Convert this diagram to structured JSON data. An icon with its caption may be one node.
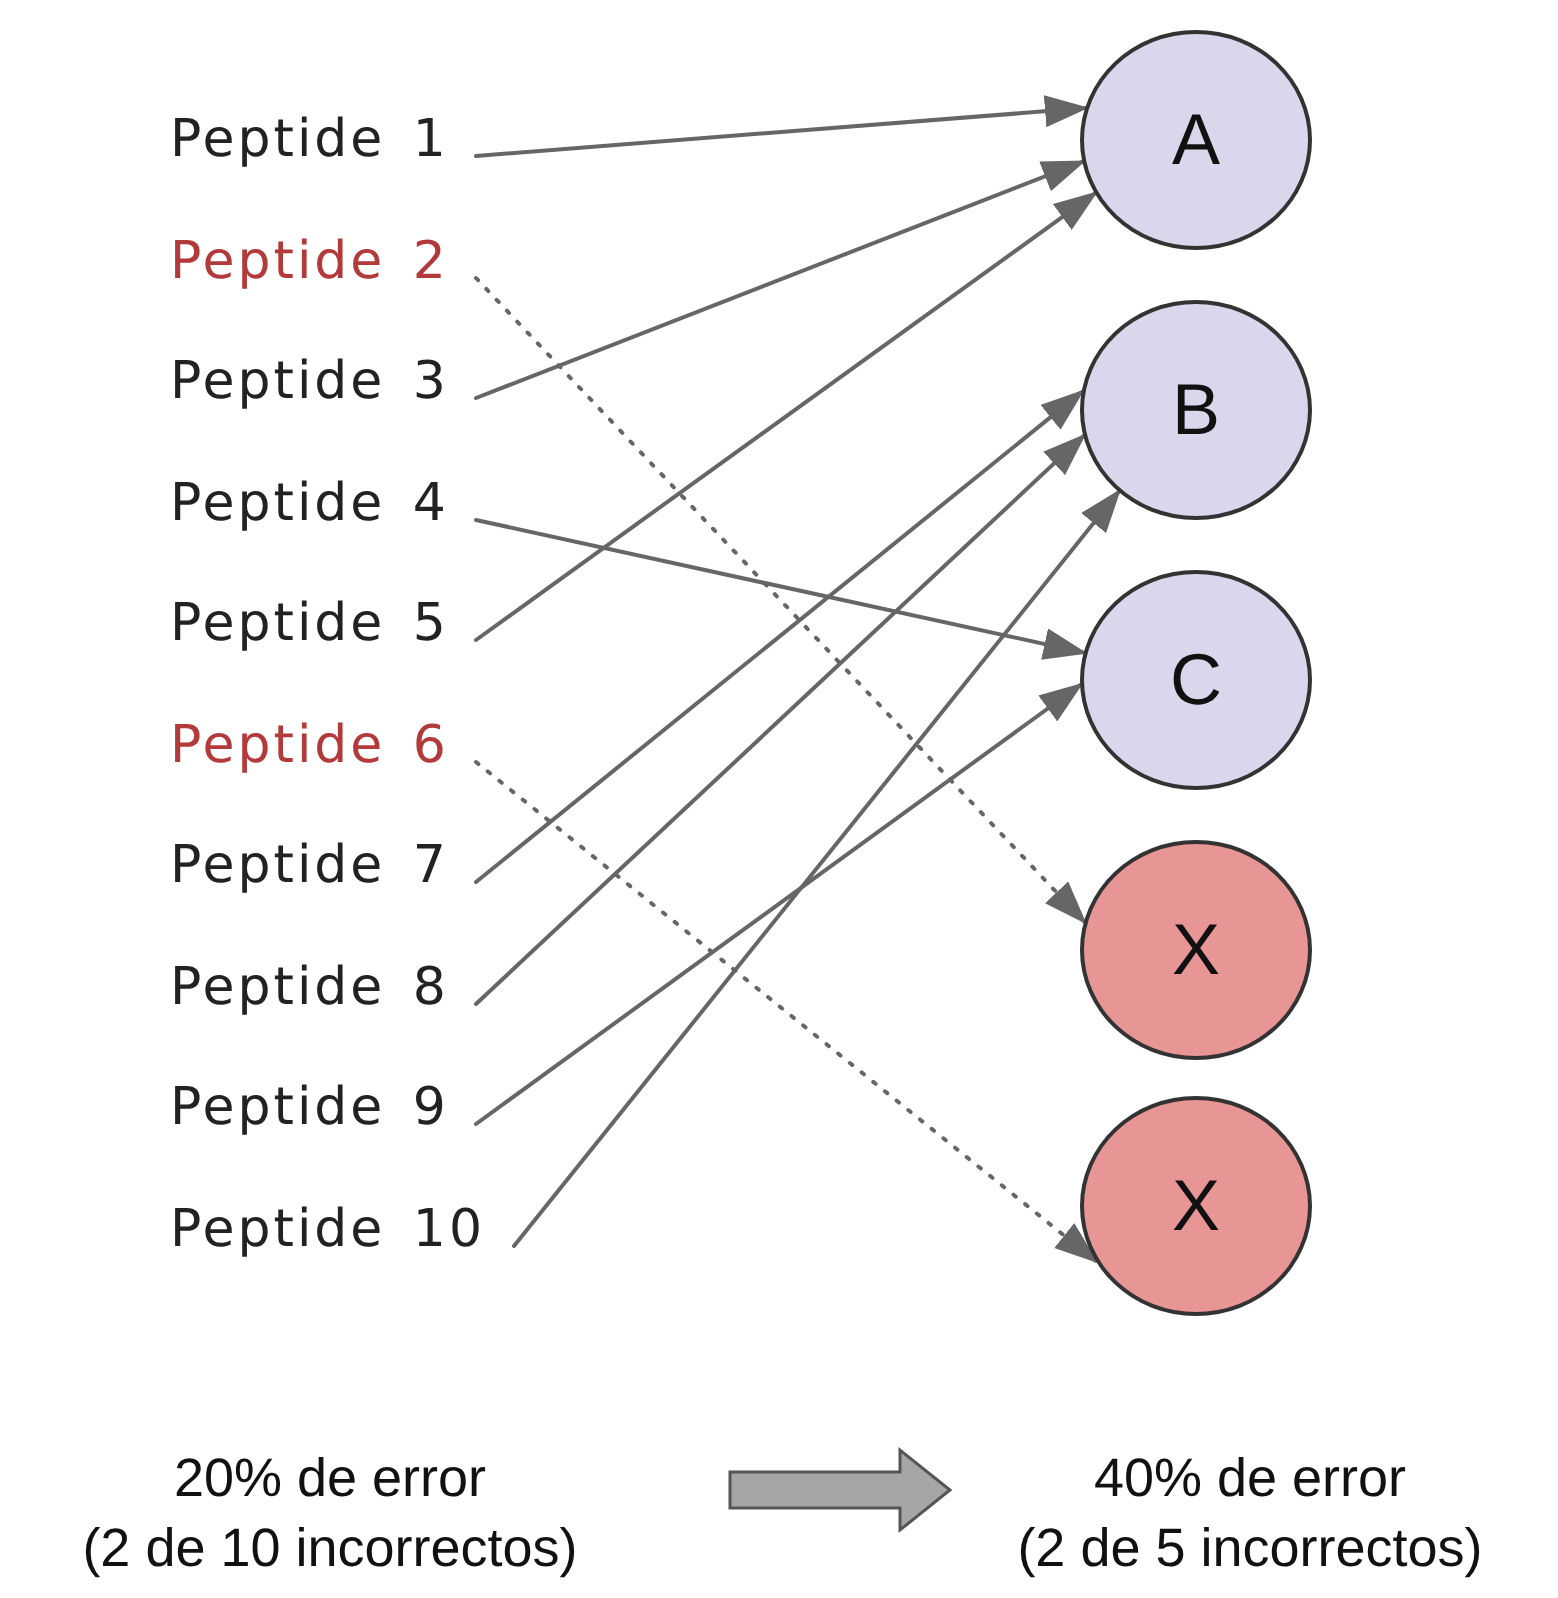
{
  "diagram": {
    "nodes": [
      {
        "text": [
          "Peptide 1"
        ]
      },
      {
        "text": [
          "Peptide 2"
        ]
      },
      {
        "text": [
          "Peptide 3"
        ]
      },
      {
        "text": [
          "Peptide 4"
        ]
      },
      {
        "text": [
          "Peptide 5"
        ]
      },
      {
        "text": [
          "Peptide 6"
        ]
      },
      {
        "text": [
          "Peptide 7"
        ]
      },
      {
        "text": [
          "Peptide 8"
        ]
      },
      {
        "text": [
          "Peptide 9"
        ]
      },
      {
        "text": [
          "Peptide 10"
        ]
      },
      {
        "text": [
          "A"
        ]
      },
      {
        "text": [
          "B"
        ]
      },
      {
        "text": [
          "C"
        ]
      },
      {
        "text": [
          "X"
        ]
      },
      {
        "text": [
          "X"
        ]
      },
      {
        "text": [
          "20% de error",
          "(2 de 10 incorrectos)"
        ]
      },
      {
        "text": [
          "40% de error",
          "(2 de 5 incorrectos)"
        ]
      }
    ],
    "edges": [
      {
        "from": 0,
        "to": 10,
        "arrow": "to"
      },
      {
        "from": 1,
        "to": 13,
        "arrow": "to",
        "style": "dashed"
      },
      {
        "from": 2,
        "to": 10,
        "arrow": "to"
      },
      {
        "from": 3,
        "to": 12,
        "arrow": "to"
      },
      {
        "from": 4,
        "to": 10,
        "arrow": "to"
      },
      {
        "from": 5,
        "to": 14,
        "arrow": "to",
        "style": "dashed"
      },
      {
        "from": 6,
        "to": 11,
        "arrow": "to"
      },
      {
        "from": 7,
        "to": 11,
        "arrow": "to"
      },
      {
        "from": 8,
        "to": 12,
        "arrow": "to"
      },
      {
        "from": 9,
        "to": 11,
        "arrow": "to"
      },
      {
        "from": 15,
        "to": 16,
        "arrow": "to",
        "style": "thick",
        "color": "#a6a6a6"
      }
    ]
  }
}
